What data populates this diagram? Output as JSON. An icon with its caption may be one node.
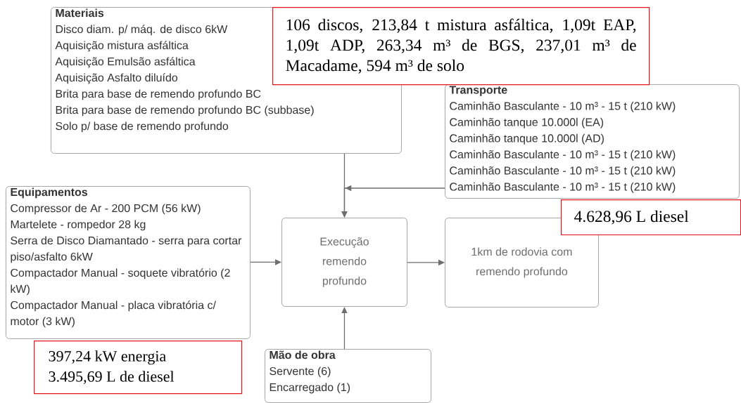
{
  "diagram": {
    "nodes": [
      {
        "text": [
          "Materiais",
          "Disco diam. p/ máq. de disco 6kW",
          "Aquisição mistura asfáltica",
          "Aquisição Emulsão asfáltica",
          "Aquisição Asfalto diluído",
          "Brita para base de remendo profundo BC",
          "Brita para base de remendo profundo BC (subbase)",
          "Solo p/ base de remendo profundo"
        ]
      },
      {
        "text": [
          "106 discos, 213,84 t mistura asfáltica, 1,09t EAP, 1,09t ADP, 263,34 m³ de BGS, 237,01 m³ de Macadame, 594 m³ de solo"
        ]
      },
      {
        "text": [
          "Transporte",
          "Caminhão Basculante - 10 m³ - 15 t (210 kW)",
          "Caminhão tanque 10.000l (EA)",
          "Caminhão tanque 10.000l (AD)",
          "Caminhão Basculante - 10 m³ - 15 t (210 kW)",
          "Caminhão Basculante - 10 m³ - 15 t (210 kW)",
          "Caminhão Basculante - 10 m³ - 15 t (210 kW)"
        ]
      },
      {
        "text": [
          "4.628,96 L diesel"
        ]
      },
      {
        "text": [
          "Equipamentos",
          "Compressor de Ar - 200 PCM (56 kW)",
          "Martelete - rompedor 28 kg",
          "Serra de Disco Diamantado - serra para cortar piso/asfalto 6kW",
          "Compactador Manual - soquete vibratório (2 kW)",
          "Compactador Manual - placa vibratória c/ motor (3 kW)"
        ]
      },
      {
        "text": [
          "Execução remendo profundo"
        ]
      },
      {
        "text": [
          "1km de rodovia com remendo profundo"
        ]
      },
      {
        "text": [
          "397,24 kW energia",
          "3.495,69 L de diesel"
        ]
      },
      {
        "text": [
          "Mão de obra",
          "Servente (6)",
          "Encarregado (1)"
        ]
      }
    ],
    "edges": [
      {
        "from": 0,
        "to": 5,
        "arrow": "to"
      },
      {
        "from": 2,
        "to": 5,
        "arrow": "to"
      },
      {
        "from": 4,
        "to": 5,
        "arrow": "to"
      },
      {
        "from": 8,
        "to": 5,
        "arrow": "to"
      },
      {
        "from": 5,
        "to": 6,
        "arrow": "to"
      }
    ]
  }
}
